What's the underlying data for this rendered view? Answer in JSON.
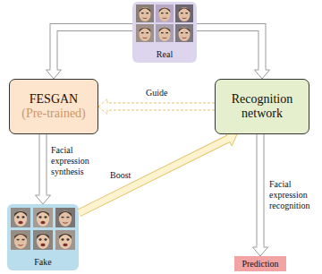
{
  "diagram": {
    "nodes": [
      {
        "text": [
          "Real"
        ]
      },
      {
        "text": [
          "FESGAN",
          "(Pre-trained)"
        ]
      },
      {
        "text": [
          "Recognition network"
        ]
      },
      {
        "text": [
          "Fake"
        ]
      },
      {
        "text": [
          "Prediction"
        ]
      }
    ],
    "edges": [
      {
        "from": 0,
        "to": 1,
        "arrow": "to"
      },
      {
        "from": 0,
        "to": 2,
        "arrow": "to"
      },
      {
        "from": 2,
        "to": 1,
        "arrow": "to",
        "label": "Guide"
      },
      {
        "from": 1,
        "to": 3,
        "arrow": "to",
        "label": "Facial expression synthesis"
      },
      {
        "from": 3,
        "to": 2,
        "arrow": "to",
        "label": "Boost"
      },
      {
        "from": 2,
        "to": 4,
        "arrow": "to",
        "label": "Facial expression recognition"
      }
    ]
  }
}
